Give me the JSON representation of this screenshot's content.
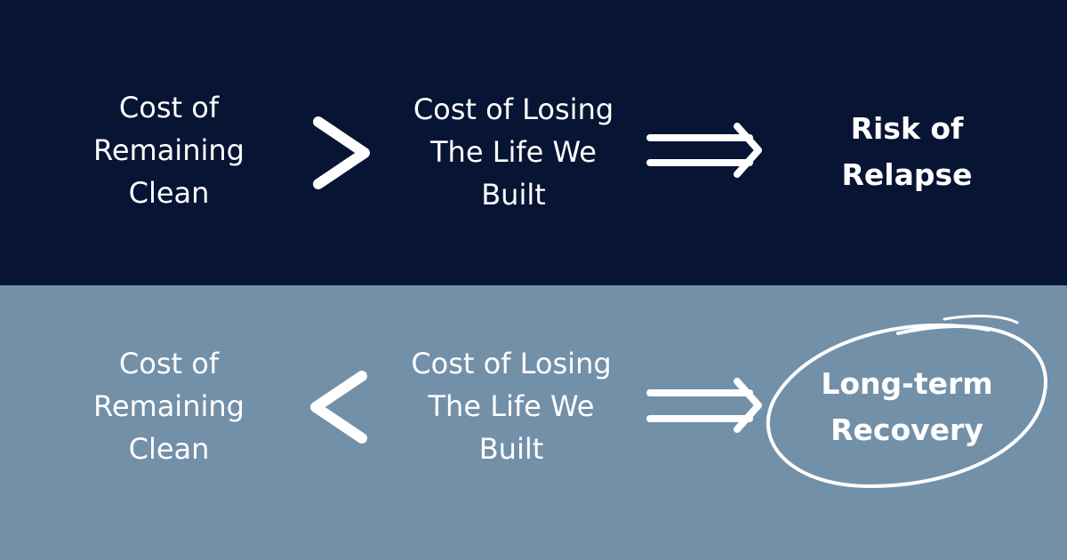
{
  "colors": {
    "top_background": "#071433",
    "bottom_background": "#7390a9",
    "text": "#ffffff"
  },
  "top_row": {
    "left_text": "Cost of\nRemaining\nClean",
    "comparator_icon": "greater-than-icon",
    "middle_text": "Cost of Losing\nThe Life We\nBuilt",
    "arrow_icon": "double-arrow-right-icon",
    "result_text": "Risk of\nRelapse"
  },
  "bottom_row": {
    "left_text": "Cost of\nRemaining\nClean",
    "comparator_icon": "less-than-icon",
    "middle_text": "Cost of Losing\nThe Life We\nBuilt",
    "arrow_icon": "double-arrow-right-icon",
    "result_text": "Long-term\nRecovery",
    "result_highlight": "hand-drawn-circle"
  }
}
